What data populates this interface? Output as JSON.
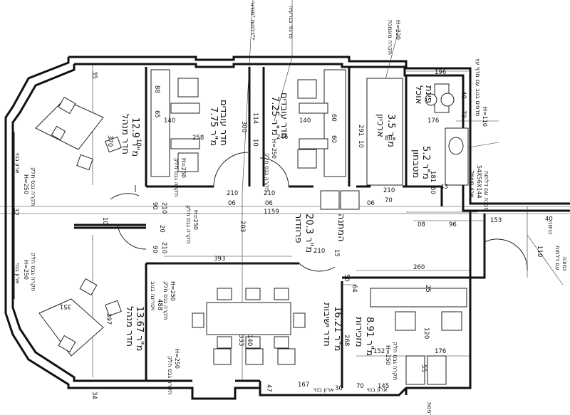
{
  "rooms": {
    "manager_top": {
      "name": "חדר מנהל",
      "area": "12.9 מ\"ר"
    },
    "staff_left": {
      "name": "חדר עובדים",
      "area": "7.75 מ\"ר"
    },
    "staff_right": {
      "name": "חדר עובדים",
      "area": "7.25 מ\"ר"
    },
    "archive": {
      "name": "ארכיון",
      "area": "3.5 מ\"ר"
    },
    "kitchen": {
      "name": "מטבחון",
      "area": "5.2 מ\"ר"
    },
    "toilet": {
      "name": "פינת",
      "sub": "אוכל"
    },
    "corridor": {
      "name": "פרוזדור",
      "area": "20.3 מ\"ר"
    },
    "waiting": {
      "name": "המתנה"
    },
    "meeting": {
      "name": "חדר ישיבות",
      "area": "16.21 מ\"ר"
    },
    "manager_bottom": {
      "name": "חדר מנהל",
      "area": "13.67 מ\"ר"
    },
    "secretary": {
      "name": "מזכירות",
      "area": "8.91 מ\"ר"
    }
  },
  "notes": {
    "top_note1": "דלתות \"פנדור\"*",
    "top_note2": "פרגוד בגרעיה",
    "top_note3": "תקרה מונמכת",
    "top_note3b": "H=220",
    "right_note1": "מדפים בגוב עם מדף עץ",
    "right_note2": "H=110",
    "right_note3": "סבכה עם דלתות",
    "right_note4": "54X56X144",
    "right_note5": "ארון חשמל",
    "bottom_left1": "ארון בנוי",
    "bottom_left2": "ארון בנוי",
    "ceil1": "תקרה גבס חלק",
    "ceil1b": "H=250",
    "ceil2": "תקרה גבס חלק",
    "ceil2b": "H=250",
    "ceil3": "תקרה גבס חלק",
    "ceil3b": "H=250",
    "ceil4": "תקרה גבס חלק",
    "ceil4b": "H=250",
    "ceil5": "תקרה גבס חלק",
    "ceil5b": "H=250",
    "ceil6": "תקרה גבס חלק",
    "ceil6b": "H=250",
    "ceil7": "תקרה גבס חלק",
    "ceil7b": "H=250",
    "meeting_note1": "ויטרינה בגוב",
    "meeting_note2": "תקרה גבס חלק",
    "meeting_note2b": "H=250",
    "printer": "מדפסת",
    "cupboard1": "ארון בנוי",
    "cupboard2": "ארון בנוי",
    "entrance1": "כניסה",
    "entrance2": "עם דלתות",
    "entrance3": "נמוכה"
  },
  "dims": {
    "d35": "35",
    "d370": "370",
    "d10a": "10",
    "d129": "12.9",
    "d65": "65",
    "d88": "88",
    "d140": "140",
    "d258": "258",
    "d300": "300",
    "d114": "114",
    "d10b": "10",
    "d246": "246",
    "d140b": "140",
    "d60a": "60",
    "d60b": "60",
    "d291": "291",
    "d10c": "10",
    "d80": "80",
    "d196": "196",
    "d40": "40",
    "d70": "70",
    "d176a": "176",
    "d181": "181",
    "d60c": "60",
    "d43": "43",
    "d40b": "40",
    "d90a": "90",
    "d210a": "210",
    "d32": "32",
    "d10d": "10",
    "d20": "20",
    "d90b": "90",
    "d210b": "210",
    "d1159": "1159",
    "d203": "203",
    "d15": "15",
    "d210c": "210",
    "d06a": "06",
    "d210d": "210",
    "d06b": "06",
    "d210e": "210",
    "d06c": "06",
    "d70b": "70",
    "d210f": "210",
    "d08": "08",
    "d96": "96",
    "d153": "153",
    "d110": "110",
    "d393": "393",
    "d351": "351",
    "d397": "397",
    "d488": "488",
    "d333": "333",
    "d140c": "140",
    "d260": "260",
    "d50": "50",
    "d64": "64",
    "d268": "268",
    "d25": "25",
    "d120": "120",
    "d176b": "176",
    "d152": "152",
    "d55": "55",
    "d34": "34",
    "d47": "47",
    "d167": "167",
    "d70c": "70",
    "d145": "145",
    "d30": "30"
  }
}
